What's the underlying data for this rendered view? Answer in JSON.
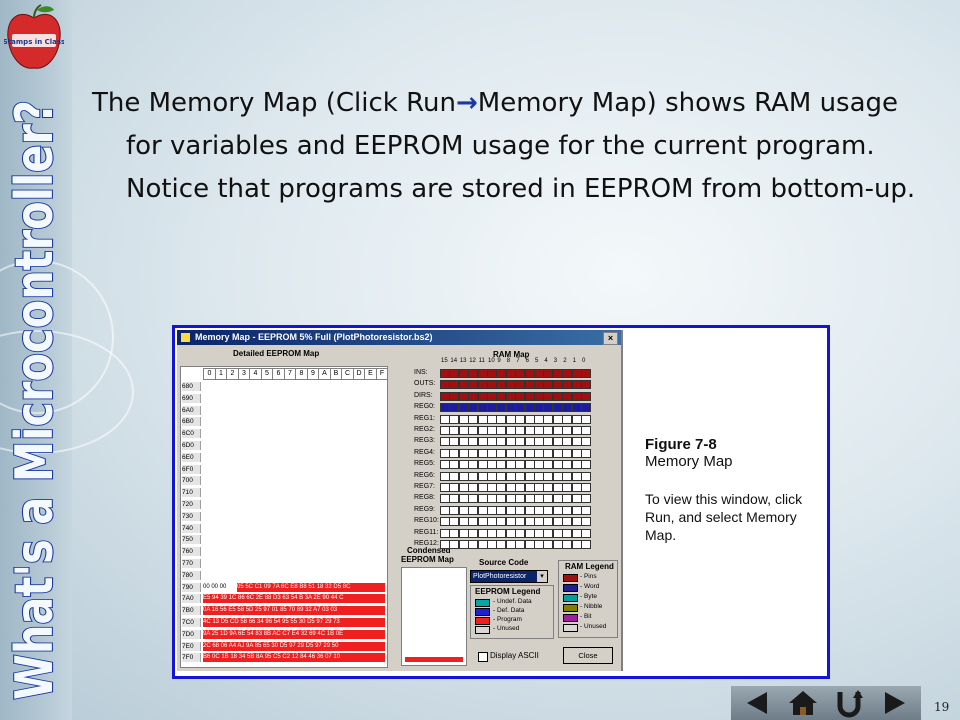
{
  "slide": {
    "vertical_title": "What's a Microcontroller?",
    "logo_text": "Stamps in Class",
    "body": {
      "part1": "The Memory Map (Click Run",
      "arrow": "→",
      "part2": "Memory Map) shows RAM usage for variables and EEPROM usage for the current program.  Notice that programs are stored in EEPROM from bottom-up."
    },
    "page_number": "19"
  },
  "memory_window": {
    "title": "Memory Map - EEPROM 5% Full (PlotPhotoresistor.bs2)",
    "close_glyph": "×",
    "detailed_label": "Detailed EEPROM Map",
    "hex_headers": [
      "0",
      "1",
      "2",
      "3",
      "4",
      "5",
      "6",
      "7",
      "8",
      "9",
      "A",
      "B",
      "C",
      "D",
      "E",
      "F"
    ],
    "row_labels": [
      "680",
      "690",
      "6A0",
      "6B0",
      "6C0",
      "6D0",
      "6E0",
      "6F0",
      "700",
      "710",
      "720",
      "730",
      "740",
      "750",
      "760",
      "770",
      "780",
      "790",
      "7A0",
      "7B0",
      "7C0",
      "7D0",
      "7E0",
      "7F0"
    ],
    "filled_rows": [
      {
        "zeros": "00 00 00",
        "hex": "05 5C C1 09 7A 6C E8 B8 51 18 32 D5 8C"
      },
      {
        "zeros": "",
        "hex": "E5 94 39 1C 86 6C 2E 88 D3 63 54 B 3A 2E 90 44 C"
      },
      {
        "zeros": "",
        "hex": "0A 16 56 E5 58 5D 25 97 01 85 70 89 32 A7 03 03"
      },
      {
        "zeros": "",
        "hex": "4C 13 D5 CD 58 66 34 96 54 95 55 30 D5 97 29 73"
      },
      {
        "zeros": "",
        "hex": "9A 25 1D 9A 6E 54 83 8B AC C7 E4 32 69 4C 1B 0E"
      },
      {
        "zeros": "",
        "hex": "2C 68 06 A4 AJ 9A 85 65 30 D5 97 29 D5 97 29 50"
      },
      {
        "zeros": "",
        "hex": "B6 0C 1B 18 34 5B 8A 95 C5 C2 12 84 46 36 07 10"
      }
    ],
    "ram_title": "RAM Map",
    "ram_bits": [
      "15",
      "14",
      "13",
      "12",
      "11",
      "10",
      "9",
      "8",
      "7",
      "6",
      "5",
      "4",
      "3",
      "2",
      "1",
      "0"
    ],
    "ram_rows": [
      {
        "label": "INS:",
        "state": "pins"
      },
      {
        "label": "OUTS:",
        "state": "pins"
      },
      {
        "label": "DIRS:",
        "state": "pins"
      },
      {
        "label": "REG0:",
        "state": "word"
      },
      {
        "label": "REG1:",
        "state": "unused"
      },
      {
        "label": "REG2:",
        "state": "unused"
      },
      {
        "label": "REG3:",
        "state": "unused"
      },
      {
        "label": "REG4:",
        "state": "unused"
      },
      {
        "label": "REG5:",
        "state": "unused"
      },
      {
        "label": "REG6:",
        "state": "unused"
      },
      {
        "label": "REG7:",
        "state": "unused"
      },
      {
        "label": "REG8:",
        "state": "unused"
      },
      {
        "label": "REG9:",
        "state": "unused"
      },
      {
        "label": "REG10:",
        "state": "unused"
      },
      {
        "label": "REG11:",
        "state": "unused"
      },
      {
        "label": "REG12:",
        "state": "unused"
      }
    ],
    "condensed_label_1": "Condensed",
    "condensed_label_2": "EEPROM Map",
    "source_code_label": "Source Code",
    "source_selected": "PlotPhotoresistor",
    "eeprom_legend_title": "EEPROM Legend",
    "eeprom_legend": [
      {
        "label": "- Undef. Data",
        "color": "#00a8a8"
      },
      {
        "label": "- Def. Data",
        "color": "#2020d0"
      },
      {
        "label": "- Program",
        "color": "#f02020"
      },
      {
        "label": "- Unused",
        "color": "#d8d8d8"
      }
    ],
    "ram_legend_title": "RAM Legend",
    "ram_legend": [
      {
        "label": "- Pins",
        "color": "#a01010"
      },
      {
        "label": "- Word",
        "color": "#202090"
      },
      {
        "label": "- Byte",
        "color": "#00a0a0"
      },
      {
        "label": "- Nibble",
        "color": "#808000"
      },
      {
        "label": "- Bit",
        "color": "#a020a0"
      },
      {
        "label": "- Unused",
        "color": "#d8d8d8"
      }
    ],
    "display_ascii": "Display ASCII",
    "close_button": "Close"
  },
  "caption": {
    "figure_number": "Figure 7-8",
    "figure_title": "Memory Map",
    "note": "To view this window, click Run, and select Memory Map."
  },
  "nav": [
    "Previous",
    "Home",
    "Return",
    "Next"
  ],
  "colors": {
    "pins": "#a01010",
    "word": "#1c1c9c",
    "unused": "#ffffff",
    "frame": "#1414d8",
    "program": "#f02020"
  }
}
